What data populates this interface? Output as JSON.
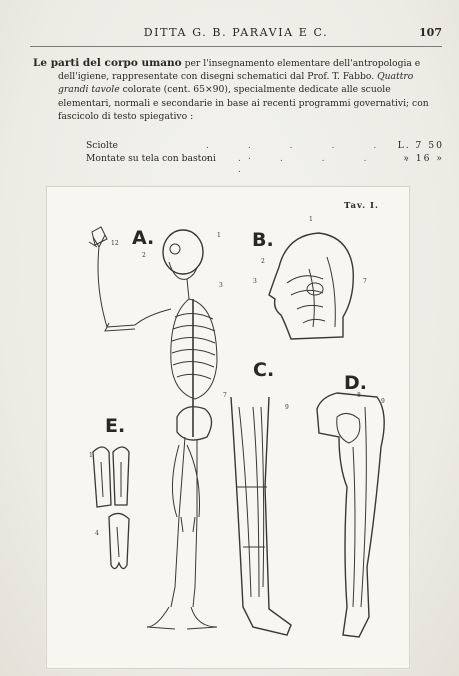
{
  "header": {
    "title": "DITTA G. B. PARAVIA E C.",
    "page_number": "107"
  },
  "entry": {
    "title": "Le parti del corpo umano",
    "text_1": " per l'insegnamento elementare dell'antropologia e dell'igiene, rappresentate con disegni schematici dal Prof. T. Fabbo. ",
    "text_italic": "Quattro grandi tavole",
    "text_2": " colorate (cent. 65×90), specialmente dedicate alle scuole elementari, normali e secondarie in base ai recenti programmi governativi; con fascicolo di testo spiegativo :"
  },
  "prices": [
    {
      "label": "Sciolte",
      "dots": ". . . . . . . .",
      "value": "L.  7 50"
    },
    {
      "label": "Montate su tela con bastoni",
      "dots": ". . . . . .",
      "value": "» 16  »"
    }
  ],
  "plate": {
    "title": "Tav. I.",
    "figure_letters": [
      "A.",
      "B.",
      "C.",
      "D.",
      "E."
    ]
  }
}
